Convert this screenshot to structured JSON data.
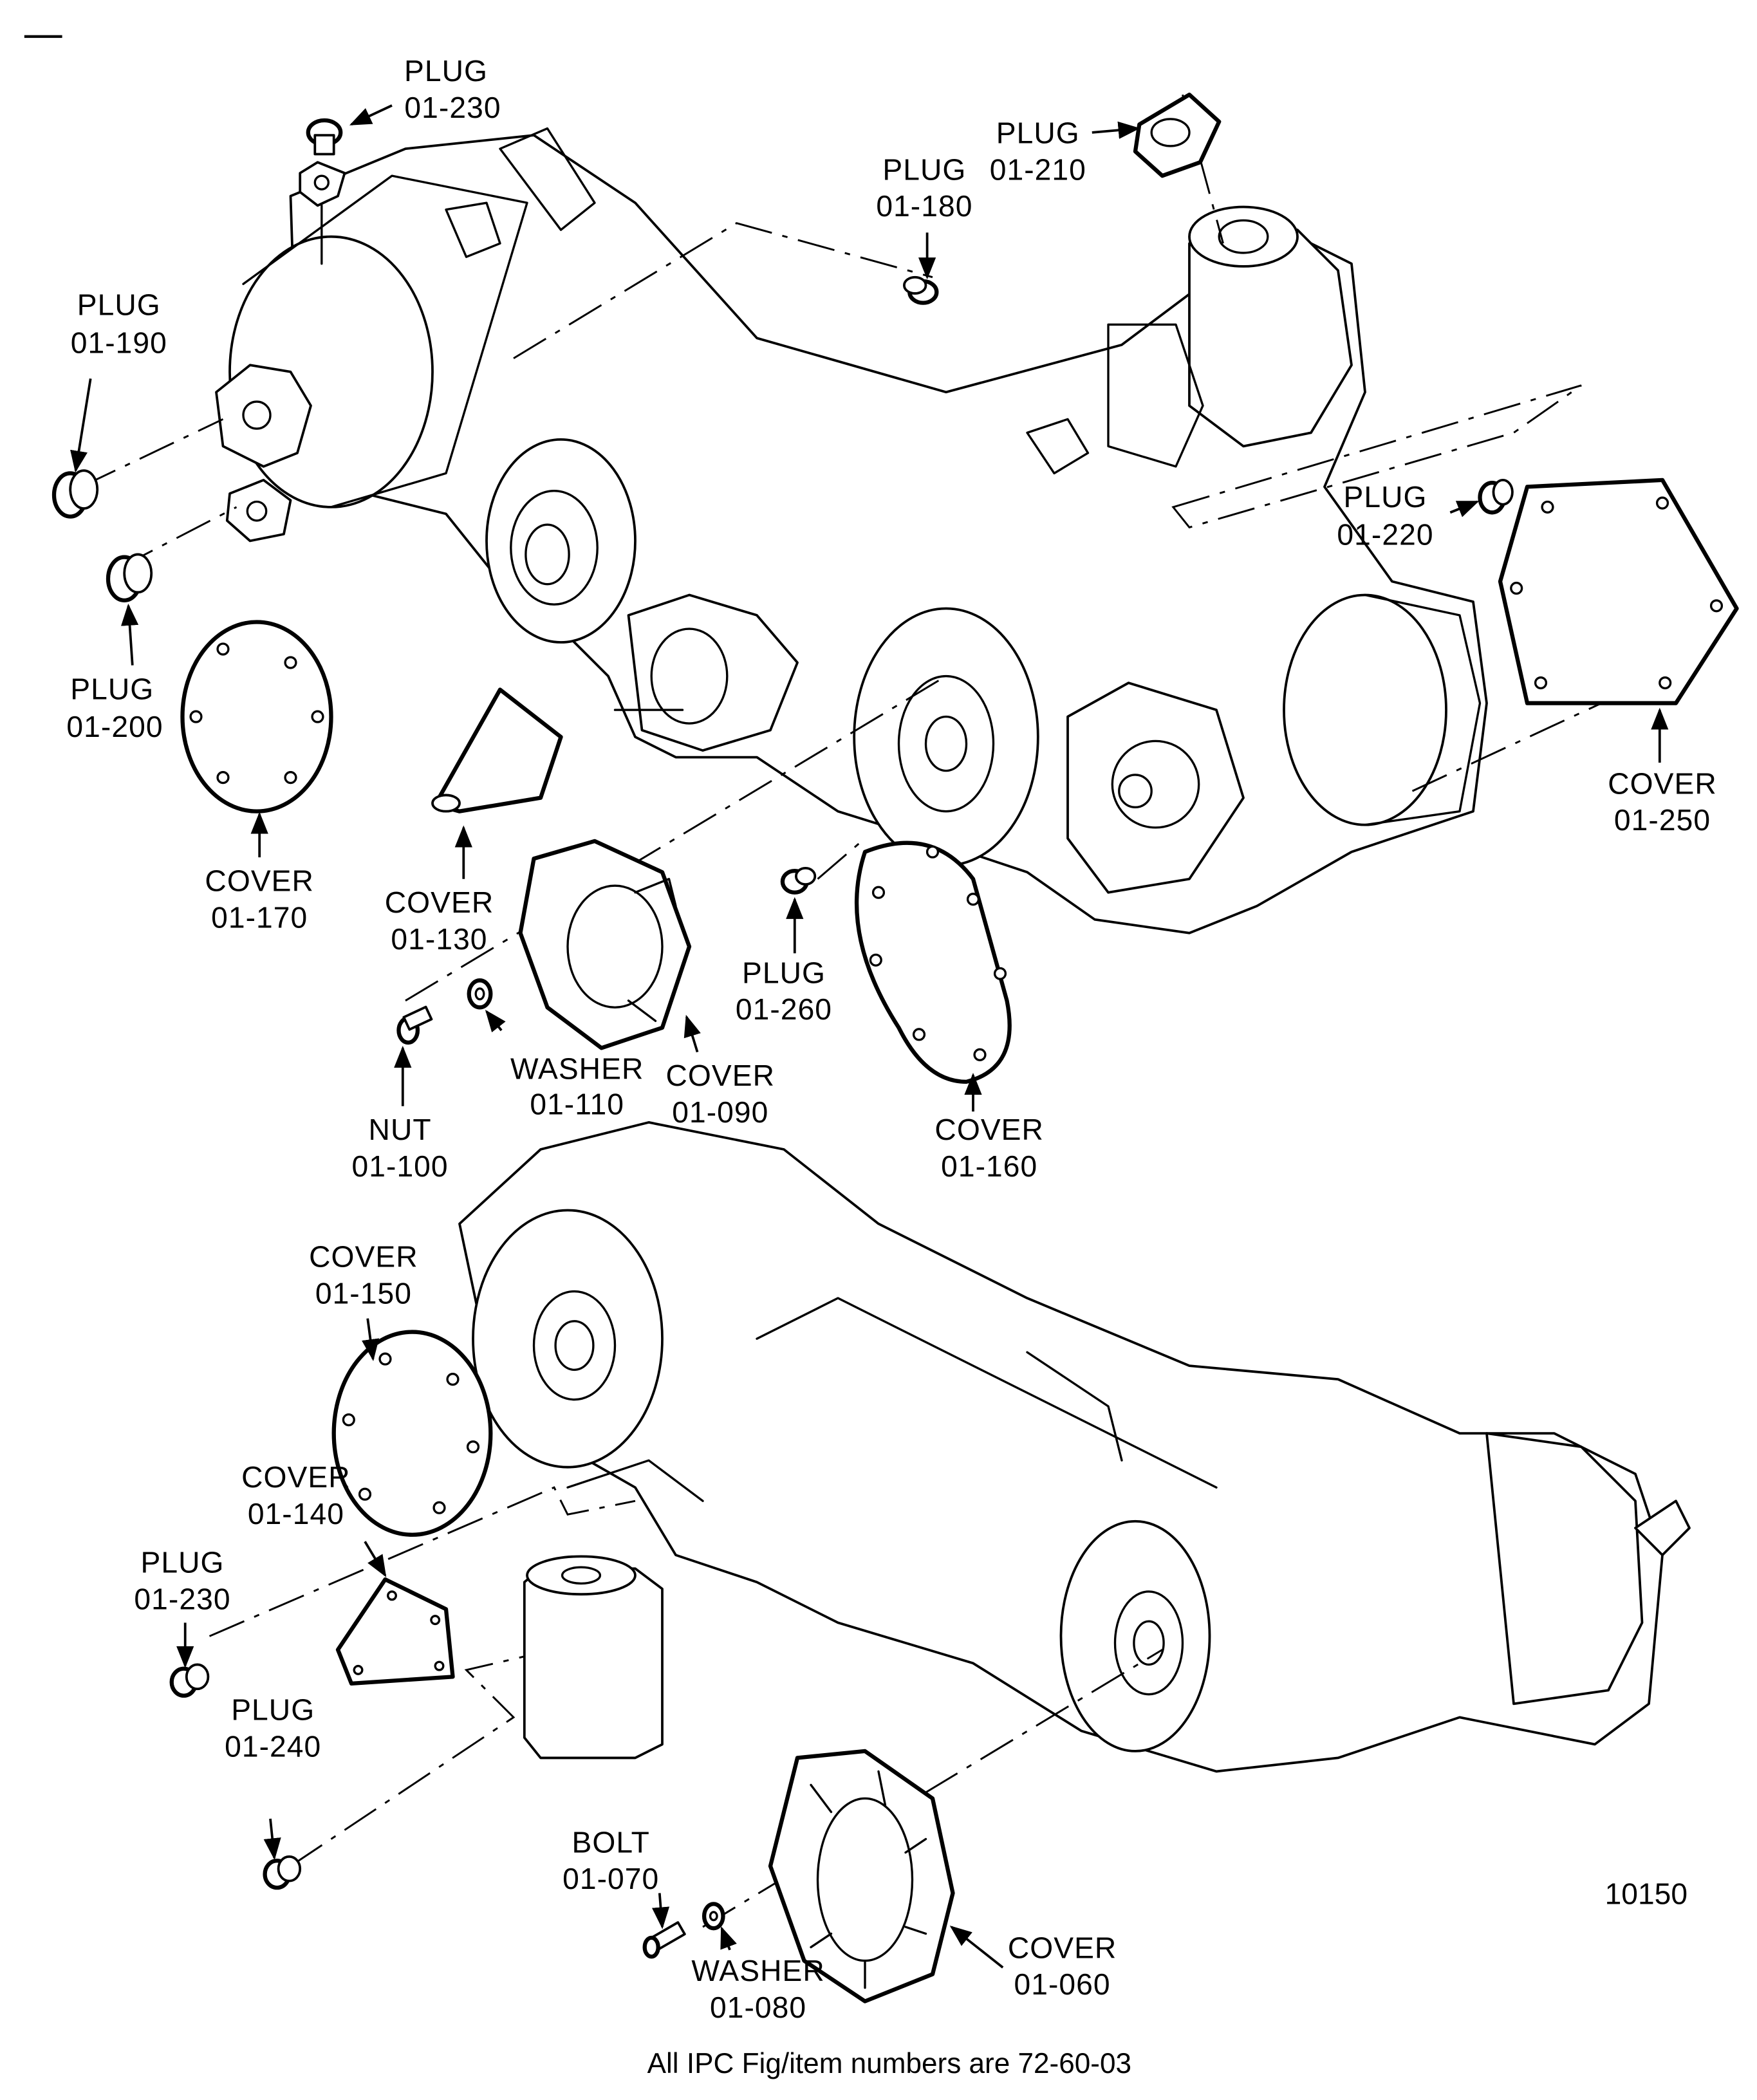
{
  "diagram": {
    "figure_number": "10150",
    "caption": "All IPC Fig/item numbers are 72-60-03",
    "callouts": [
      {
        "id": "plug-01-230-top",
        "part": "PLUG",
        "item": "01-230"
      },
      {
        "id": "plug-01-190",
        "part": "PLUG",
        "item": "01-190"
      },
      {
        "id": "plug-01-200",
        "part": "PLUG",
        "item": "01-200"
      },
      {
        "id": "plug-01-180",
        "part": "PLUG",
        "item": "01-180"
      },
      {
        "id": "plug-01-210",
        "part": "PLUG",
        "item": "01-210"
      },
      {
        "id": "plug-01-220",
        "part": "PLUG",
        "item": "01-220"
      },
      {
        "id": "cover-01-250",
        "part": "COVER",
        "item": "01-250"
      },
      {
        "id": "cover-01-170",
        "part": "COVER",
        "item": "01-170"
      },
      {
        "id": "cover-01-130",
        "part": "COVER",
        "item": "01-130"
      },
      {
        "id": "plug-01-260",
        "part": "PLUG",
        "item": "01-260"
      },
      {
        "id": "washer-01-110",
        "part": "WASHER",
        "item": "01-110"
      },
      {
        "id": "cover-01-090",
        "part": "COVER",
        "item": "01-090"
      },
      {
        "id": "nut-01-100",
        "part": "NUT",
        "item": "01-100"
      },
      {
        "id": "cover-01-160",
        "part": "COVER",
        "item": "01-160"
      },
      {
        "id": "cover-01-150",
        "part": "COVER",
        "item": "01-150"
      },
      {
        "id": "cover-01-140",
        "part": "COVER",
        "item": "01-140"
      },
      {
        "id": "plug-01-230-bottom",
        "part": "PLUG",
        "item": "01-230"
      },
      {
        "id": "plug-01-240",
        "part": "PLUG",
        "item": "01-240"
      },
      {
        "id": "bolt-01-070",
        "part": "BOLT",
        "item": "01-070"
      },
      {
        "id": "washer-01-080",
        "part": "WASHER",
        "item": "01-080"
      },
      {
        "id": "cover-01-060",
        "part": "COVER",
        "item": "01-060"
      }
    ]
  }
}
